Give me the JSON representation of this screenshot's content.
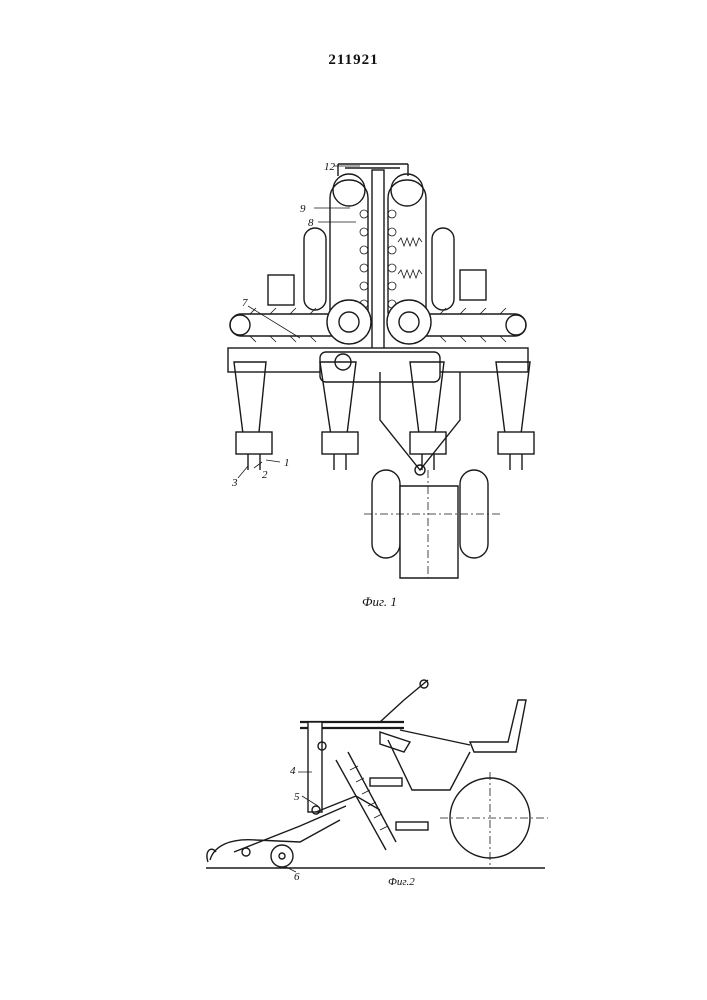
{
  "document": {
    "patent_number": "211921"
  },
  "figure1": {
    "caption": "Фиг. 1",
    "labels": {
      "l1": "1",
      "l2": "2",
      "l3": "3",
      "l7": "7",
      "l8": "8",
      "l9": "9",
      "l12": "12"
    }
  },
  "figure2": {
    "caption": "Фиг.2",
    "labels": {
      "l4": "4",
      "l5": "5",
      "l6": "6"
    }
  }
}
